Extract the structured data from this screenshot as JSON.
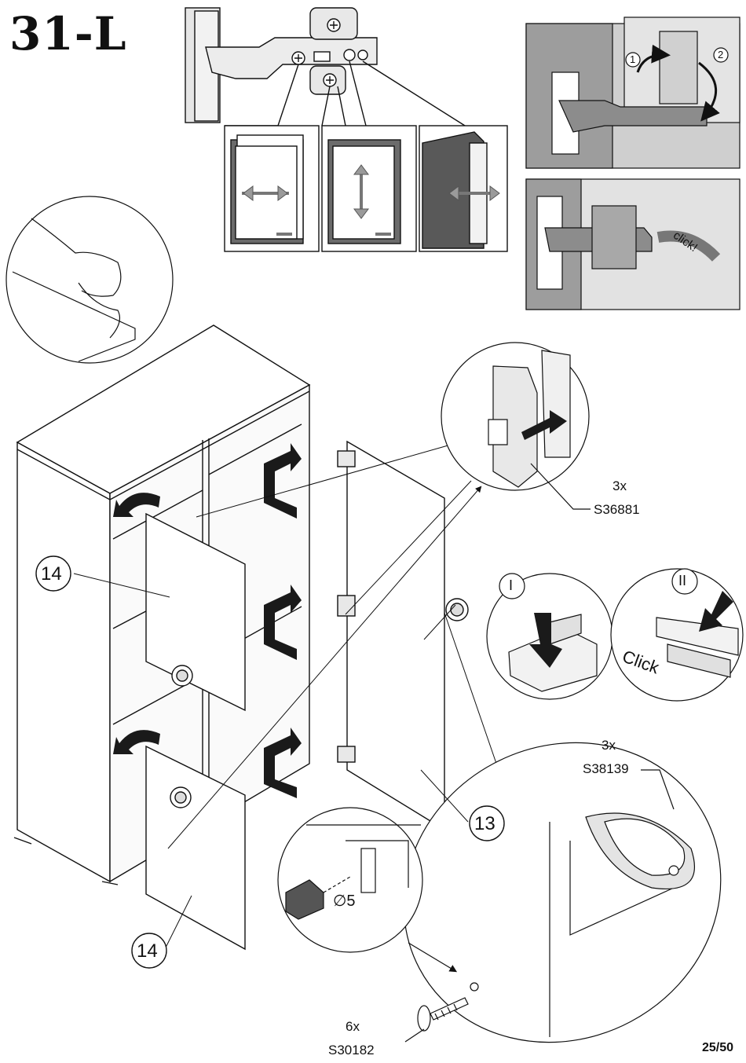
{
  "step": {
    "title": "31-L"
  },
  "page": {
    "number": "25/50"
  },
  "hinges": {
    "count": "3x",
    "part_code": "S36881"
  },
  "handles": {
    "count": "3x",
    "part_code": "S38139"
  },
  "screws": {
    "count": "6x",
    "part_code": "S30182"
  },
  "drill": {
    "diameter": "∅5"
  },
  "parts": {
    "door_left_top": "14",
    "door_left_bottom": "14",
    "door_right": "13"
  },
  "clip_steps": {
    "first": "I",
    "second": "II",
    "click_text": "Click"
  },
  "hinge_insert": {
    "step1": "1",
    "step2": "2",
    "click_text": "click!"
  },
  "colors": {
    "line": "#111111",
    "gray_panel": "#d9d9d9",
    "dark_panel": "#595959",
    "arrow": "#1a1a1a"
  }
}
